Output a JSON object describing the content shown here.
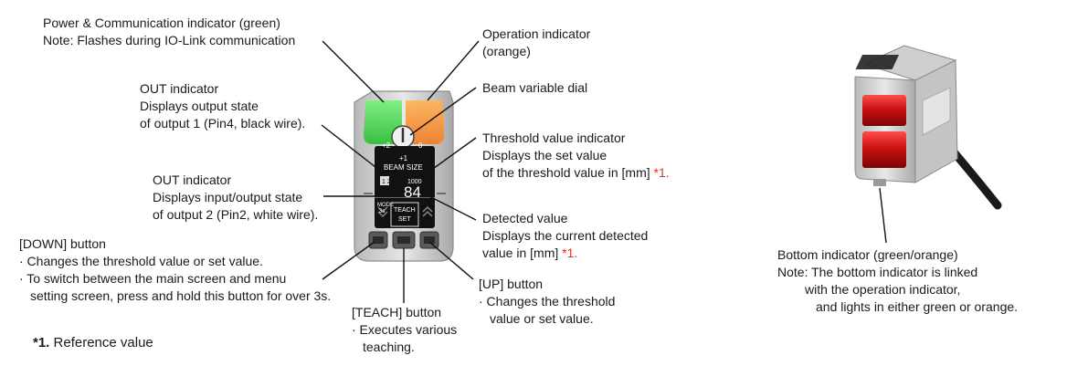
{
  "labels": {
    "power": {
      "line1": "Power & Communication indicator (green)",
      "line2": "Note: Flashes during IO-Link communication"
    },
    "operation": {
      "line1": "Operation indicator",
      "line2": "(orange)"
    },
    "out1": {
      "line1": "OUT indicator",
      "line2": "Displays output state",
      "line3": "of output 1 (Pin4, black wire)."
    },
    "beam": {
      "line1": "Beam variable dial"
    },
    "threshold": {
      "line1": "Threshold value indicator",
      "line2": "Displays the set value",
      "line3": "of the threshold value in [mm]",
      "mark": "*1."
    },
    "out2": {
      "line1": "OUT indicator",
      "line2": "Displays input/output state",
      "line3": "of output 2 (Pin2, white wire)."
    },
    "detected": {
      "line1": "Detected value",
      "line2": "Displays the current detected",
      "line3": "value in [mm]",
      "mark": "*1."
    },
    "down": {
      "line1": "[DOWN] button",
      "line2": "· Changes the threshold value or set value.",
      "line3": "· To switch between the main screen and menu",
      "line4": "setting screen, press and hold this button for over 3s."
    },
    "up": {
      "line1": "[UP] button",
      "line2": "· Changes the threshold",
      "line3": "value or set value."
    },
    "teach": {
      "line1": "[TEACH] button",
      "line2": "· Executes various",
      "line3": "teaching."
    },
    "bottom": {
      "line1": "Bottom indicator (green/orange)",
      "line2": "Note: The bottom indicator is linked",
      "line3": "with the operation indicator,",
      "line4": "and lights in either green or orange."
    }
  },
  "panel": {
    "dial_left": "+2",
    "dial_right": "0",
    "dial_mid": "+1",
    "beam_size": "BEAM SIZE",
    "out_digits": "1 2",
    "threshold_value": "1000",
    "detected_value": "84",
    "mode_label": "MODE",
    "mode_sub": "3s",
    "teach_label": "TEACH",
    "set_label": "SET"
  },
  "footnote": {
    "mark": "*1.",
    "text": "Reference value"
  },
  "colors": {
    "green_indicator": "#3fd64a",
    "orange_indicator": "#f5923a",
    "red_lens": "#d81c1c",
    "leader_line": "#111111",
    "footnote_mark": "#d9342b"
  }
}
